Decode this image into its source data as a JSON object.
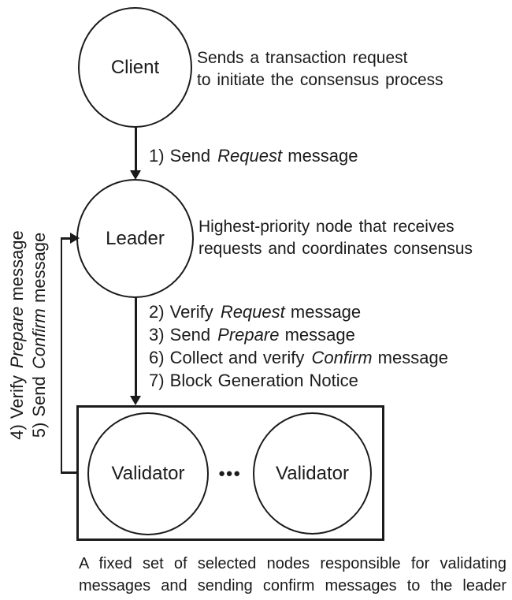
{
  "colors": {
    "ink": "#1b1b1b",
    "background": "#ffffff"
  },
  "client": {
    "label": "Client",
    "note": {
      "line1": "Sends a transaction request",
      "line2": "to initiate the consensus process"
    }
  },
  "leader": {
    "label": "Leader",
    "note": {
      "line1": "Highest-priority node that receives",
      "line2": "requests and coordinates consensus"
    }
  },
  "validators": {
    "left_label": "Validator",
    "right_label": "Validator",
    "caption": {
      "line1": "A fixed set of selected nodes responsible for validating",
      "line2": "messages and sending confirm messages to the leader"
    }
  },
  "steps": {
    "s1": {
      "prefix": "1) Send ",
      "keyword": "Request",
      "suffix": " message"
    },
    "s2": {
      "prefix": "2) Verify ",
      "keyword": "Request",
      "suffix": " message"
    },
    "s3": {
      "prefix": "3) Send ",
      "keyword": "Prepare",
      "suffix": " message"
    },
    "s6": {
      "prefix": "6) Collect and verify ",
      "keyword": "Confirm",
      "suffix": " message"
    },
    "s7": {
      "prefix": "7) Block Generation Notice",
      "keyword": "",
      "suffix": ""
    },
    "s4": {
      "prefix": "4) Verify ",
      "keyword": "Prepare",
      "suffix": " message"
    },
    "s5": {
      "prefix": "5) Send ",
      "keyword": "Confirm",
      "suffix": " message"
    }
  },
  "icons": {
    "ellipsis": "●●●"
  }
}
